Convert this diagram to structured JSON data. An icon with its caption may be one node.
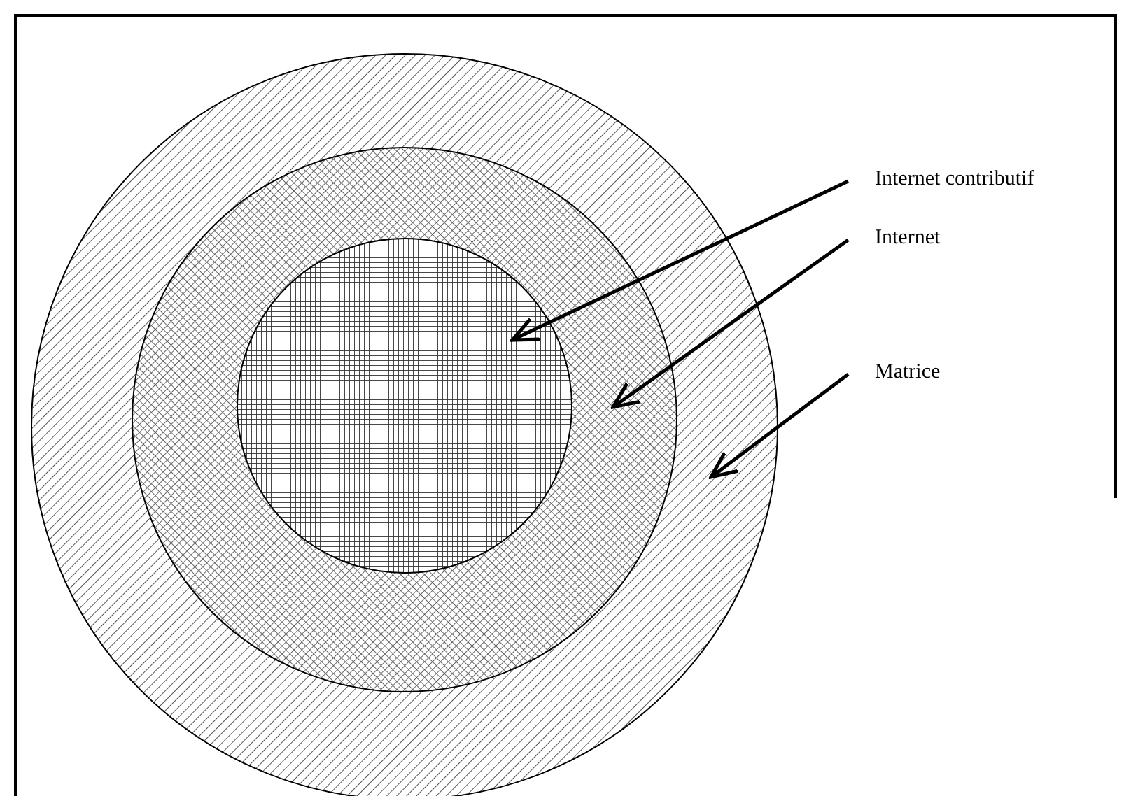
{
  "diagram": {
    "nodes": [
      {
        "text": [],
        "shape": "circle"
      },
      {
        "text": [],
        "shape": "circle",
        "in": 0
      },
      {
        "text": [],
        "shape": "circle",
        "in": 1
      },
      {
        "text": [
          "Internet contributif"
        ]
      },
      {
        "text": [
          "Internet"
        ]
      },
      {
        "text": [
          "Matrice"
        ]
      }
    ],
    "edges": [
      {
        "from": 3,
        "to": 2,
        "arrow": "to"
      },
      {
        "from": 4,
        "to": 1,
        "arrow": "to"
      },
      {
        "from": 5,
        "to": 0,
        "arrow": "to"
      }
    ]
  }
}
